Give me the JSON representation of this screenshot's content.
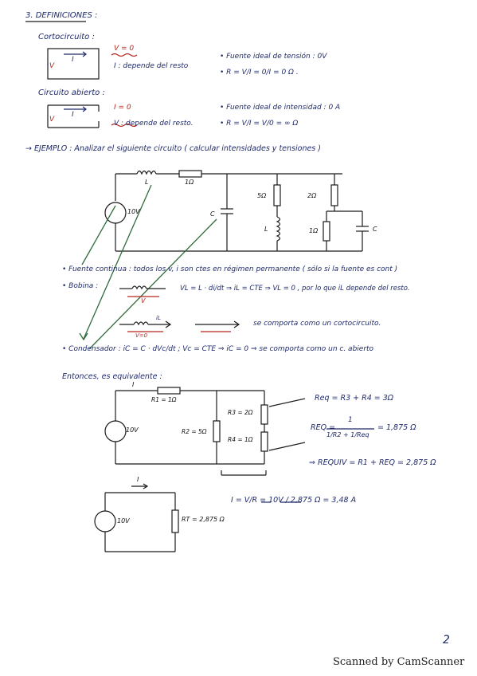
{
  "section_title": "3. DEFINICIONES :",
  "short_circuit": {
    "title": "Cortocircuito :",
    "v_eq": "V = 0",
    "i_depends": "I : depende del resto",
    "source_note": "• Fuente ideal de tensión : 0V",
    "resistance": "• R = V/I = 0/I = 0 Ω .",
    "lbl_I": "I",
    "lbl_V": "V"
  },
  "open_circuit": {
    "title": "Circuito abierto :",
    "i_eq": "I = 0",
    "v_depends": "V : depende del resto.",
    "source_note": "• Fuente ideal de intensidad : 0 A",
    "resistance": "• R = V/I = V/0 = ∞ Ω",
    "lbl_I": "I",
    "lbl_V": "V"
  },
  "example": {
    "heading": "→ EJEMPLO : Analizar el siguiente circuito  ( calcular intensidades y tensiones )",
    "lbl_L1": "L",
    "lbl_1ohm": "1Ω",
    "lbl_10V": "10V",
    "lbl_C1": "C",
    "lbl_5ohm": "5Ω",
    "lbl_2ohm": "2Ω",
    "lbl_L2": "L",
    "lbl_1ohm_b": "1Ω",
    "lbl_C2": "C"
  },
  "notes": {
    "dc_source": "• Fuente continua : todos los v, i son ctes en régimen permanente  ( sólo si la fuente es cont )",
    "coil_label": "• Bobina :",
    "coil_eq": "VL = L · di/dt ⇒ iL = CTE ⇒ VL = 0 , por lo que iL depende del resto.",
    "coil_red_v": "V",
    "coil_short": "se comporta como un cortocircuito.",
    "coil_short_v": "V=0",
    "coil_short_i": "iL",
    "cap": "• Condensador :   iC = C · dVc/dt  ;  Vc = CTE ⇒ iC = 0 ⇒ se comporta como un c. abierto",
    "equivalent": "Entonces, es equivalente :"
  },
  "equivalent_circuit": {
    "lbl_I": "I",
    "lbl_R1": "R1 = 1Ω",
    "lbl_10V": "10V",
    "lbl_R2": "R2 = 5Ω",
    "lbl_R3": "R3 = 2Ω",
    "lbl_R4": "R4 = 1Ω",
    "req1": "Req = R3 + R4 = 3Ω",
    "req2_left": "REQ =",
    "req2_num": "1",
    "req2_den": "1/R2 + 1/Req",
    "req2_right": "= 1,875 Ω",
    "req_total": "⇒ REQUIV = R1 + REQ = 2,875 Ω"
  },
  "final_circuit": {
    "lbl_I": "I",
    "lbl_10V": "10V",
    "lbl_RT": "RT = 2,875 Ω",
    "ohm": "I = V/R = 10V / 2,875 Ω = 3,48 A"
  },
  "page_number": "2",
  "footer": "Scanned by CamScanner"
}
